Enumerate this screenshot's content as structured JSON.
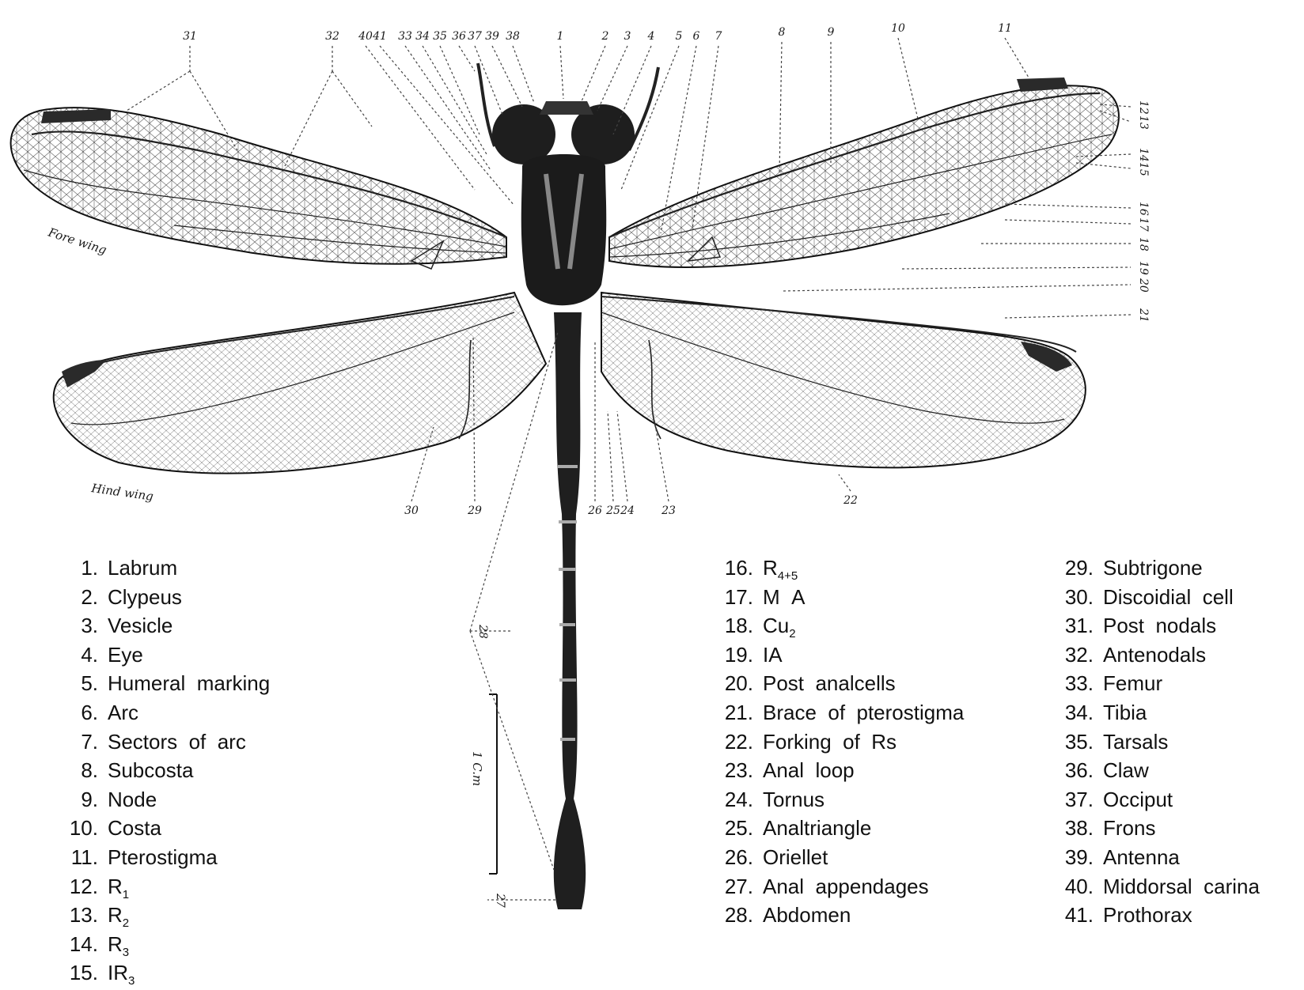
{
  "wing_labels": {
    "fore": "Fore wing",
    "hind": "Hind wing"
  },
  "scale_label": "1 C.m",
  "callout_numbers": [
    "31",
    "32",
    "40",
    "41",
    "33",
    "34",
    "35",
    "36",
    "37",
    "39",
    "38",
    "1",
    "2",
    "3",
    "4",
    "5",
    "6",
    "7",
    "8",
    "9",
    "10",
    "11",
    "12",
    "13",
    "14",
    "15",
    "16",
    "17",
    "18",
    "19",
    "20",
    "21",
    "22",
    "23",
    "24",
    "25",
    "26",
    "27",
    "28",
    "29",
    "30"
  ],
  "legend": {
    "col1": [
      {
        "n": "1.",
        "t": "Labrum"
      },
      {
        "n": "2.",
        "t": "Clypeus"
      },
      {
        "n": "3.",
        "t": "Vesicle"
      },
      {
        "n": "4.",
        "t": "Eye"
      },
      {
        "n": "5.",
        "t": "Humeral  marking"
      },
      {
        "n": "6.",
        "t": "Arc"
      },
      {
        "n": "7.",
        "t": "Sectors  of  arc"
      },
      {
        "n": "8.",
        "t": "Subcosta"
      },
      {
        "n": "9.",
        "t": "Node"
      },
      {
        "n": "10.",
        "t": "Costa"
      },
      {
        "n": "11.",
        "t": "Pterostigma"
      },
      {
        "n": "12.",
        "t": "R",
        "s": "1"
      },
      {
        "n": "13.",
        "t": "R",
        "s": "2"
      },
      {
        "n": "14.",
        "t": "R",
        "s": "3"
      },
      {
        "n": "15.",
        "t": "IR",
        "s": "3"
      }
    ],
    "col2": [
      {
        "n": "16.",
        "t": "R",
        "s": "4+5"
      },
      {
        "n": "17.",
        "t": "M  A"
      },
      {
        "n": "18.",
        "t": "Cu",
        "s": "2"
      },
      {
        "n": "19.",
        "t": "IA"
      },
      {
        "n": "20.",
        "t": "Post  analcells"
      },
      {
        "n": "21.",
        "t": "Brace  of  pterostigma"
      },
      {
        "n": "22.",
        "t": "Forking  of  Rs"
      },
      {
        "n": "23.",
        "t": "Anal  loop"
      },
      {
        "n": "24.",
        "t": "Tornus"
      },
      {
        "n": "25.",
        "t": "Analtriangle"
      },
      {
        "n": "26.",
        "t": "Oriellet"
      },
      {
        "n": "27.",
        "t": "Anal  appendages"
      },
      {
        "n": "28.",
        "t": "Abdomen"
      }
    ],
    "col3": [
      {
        "n": "29.",
        "t": "Subtrigone"
      },
      {
        "n": "30.",
        "t": "Discoidial  cell"
      },
      {
        "n": "31.",
        "t": "Post  nodals"
      },
      {
        "n": "32.",
        "t": "Antenodals"
      },
      {
        "n": "33.",
        "t": "Femur"
      },
      {
        "n": "34.",
        "t": "Tibia"
      },
      {
        "n": "35.",
        "t": "Tarsals"
      },
      {
        "n": "36.",
        "t": "Claw"
      },
      {
        "n": "37.",
        "t": "Occiput"
      },
      {
        "n": "38.",
        "t": "Frons"
      },
      {
        "n": "39.",
        "t": "Antenna"
      },
      {
        "n": "40.",
        "t": "Middorsal  carina"
      },
      {
        "n": "41.",
        "t": "Prothorax"
      }
    ]
  }
}
